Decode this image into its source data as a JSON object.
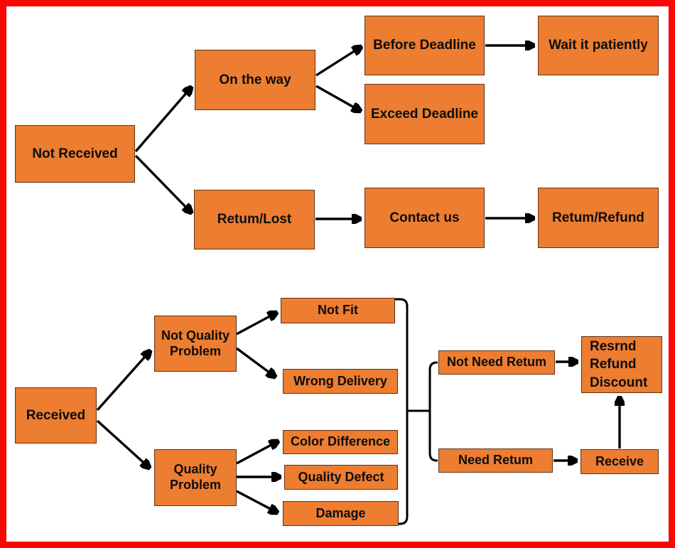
{
  "colors": {
    "node_fill": "#ED7D31",
    "node_border": "#5E3317",
    "frame_border": "#FB0505",
    "connector": "#000000",
    "text": "#0d0d0d",
    "bg": "#ffffff"
  },
  "nodes": {
    "not_received": {
      "label": "Not Received"
    },
    "on_the_way": {
      "label": "On the way"
    },
    "before_deadline": {
      "label": "Before Deadline"
    },
    "wait_it_patiently": {
      "label": "Wait it patiently"
    },
    "exceed_deadline": {
      "label": "Exceed Deadline"
    },
    "retum_lost": {
      "label": "Retum/Lost"
    },
    "contact_us": {
      "label": "Contact us"
    },
    "retum_refund": {
      "label": "Retum/Refund"
    },
    "received": {
      "label": "Received"
    },
    "not_quality_problem": {
      "label": "Not Quality Problem"
    },
    "quality_problem": {
      "label": "Quality Problem"
    },
    "not_fit": {
      "label": "Not Fit"
    },
    "wrong_delivery": {
      "label": "Wrong Delivery"
    },
    "color_difference": {
      "label": "Color Difference"
    },
    "quality_defect": {
      "label": "Quality Defect"
    },
    "damage": {
      "label": "Damage"
    },
    "not_need_retum": {
      "label": "Not Need Retum"
    },
    "need_retum": {
      "label": "Need Retum"
    },
    "resend_refund_discount": {
      "label": "Resrnd Refund Discount"
    },
    "receive": {
      "label": "Receive"
    }
  },
  "edges": [
    {
      "from": "not_received",
      "to": "on_the_way"
    },
    {
      "from": "not_received",
      "to": "retum_lost"
    },
    {
      "from": "on_the_way",
      "to": "before_deadline"
    },
    {
      "from": "on_the_way",
      "to": "exceed_deadline"
    },
    {
      "from": "before_deadline",
      "to": "wait_it_patiently"
    },
    {
      "from": "retum_lost",
      "to": "contact_us"
    },
    {
      "from": "contact_us",
      "to": "retum_refund"
    },
    {
      "from": "received",
      "to": "not_quality_problem"
    },
    {
      "from": "received",
      "to": "quality_problem"
    },
    {
      "from": "not_quality_problem",
      "to": "not_fit"
    },
    {
      "from": "not_quality_problem",
      "to": "wrong_delivery"
    },
    {
      "from": "quality_problem",
      "to": "color_difference"
    },
    {
      "from": "quality_problem",
      "to": "quality_defect"
    },
    {
      "from": "quality_problem",
      "to": "damage"
    },
    {
      "from": "outcomes_bracket",
      "to": "not_need_retum"
    },
    {
      "from": "outcomes_bracket",
      "to": "need_retum"
    },
    {
      "from": "not_need_retum",
      "to": "resend_refund_discount"
    },
    {
      "from": "need_retum",
      "to": "receive"
    },
    {
      "from": "receive",
      "to": "resend_refund_discount"
    }
  ]
}
